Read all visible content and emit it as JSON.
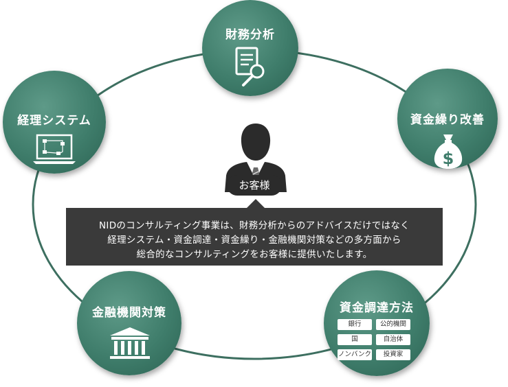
{
  "nodes": {
    "financial_analysis": {
      "title": "財務分析",
      "icon": "document-magnifier-icon"
    },
    "cash_flow": {
      "title": "資金繰り改善",
      "icon": "money-bag-icon"
    },
    "accounting_system": {
      "title": "経理システム",
      "icon": "laptop-flowchart-icon"
    },
    "financial_measures": {
      "title": "金融機関対策",
      "icon": "bank-building-icon"
    },
    "fund_procurement": {
      "title": "資金調達方法",
      "chips": [
        "銀行",
        "公的機関",
        "国",
        "自治体",
        "ノンバンク",
        "投資家"
      ]
    }
  },
  "center": {
    "label": "お客様",
    "icon": "businessman-icon",
    "lines": [
      "NIDのコンサルティング事業は、財務分析からのアドバイスだけではなく",
      "経理システム・資金調達・資金繰り・金融機関対策などの多方面から",
      "総合的なコンサルティングをお客様に提供いたします。"
    ]
  },
  "colors": {
    "node": "#3f7d6b",
    "ring": "#3d6f60",
    "box": "#3a3a3a",
    "text_light": "#ffffff"
  }
}
